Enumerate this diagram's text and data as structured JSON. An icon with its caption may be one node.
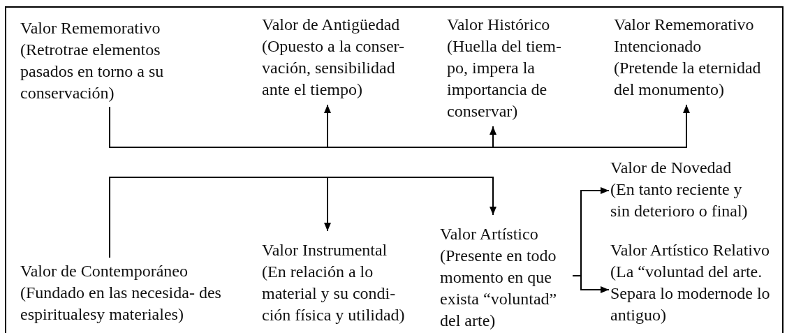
{
  "diagram": {
    "nodes": [
      {
        "text": [
          "Valor Rememorativo",
          "(Retrotrae elementos pasados en torno a su conservación)"
        ]
      },
      {
        "text": [
          "Valor de Antigüedad",
          "(Opuesto a la conser- vación, sensibilidad ante el tiempo)"
        ]
      },
      {
        "text": [
          "Valor Histórico",
          "(Huella del tiem- po, impera la importancia de conservar)"
        ]
      },
      {
        "text": [
          "Valor Rememorativo Intencionado",
          "(Pretende la eternidad del monumento)"
        ]
      },
      {
        "text": [
          "Valor de Novedad",
          "(En tanto reciente y sin deterioro o final)"
        ]
      },
      {
        "text": [
          "Valor Artístico",
          "(Presente en todo momento en que exista “voluntad” del arte)"
        ]
      },
      {
        "text": [
          "Valor Instrumental",
          "(En relación a lo material y su condi- ción física y utilidad)"
        ]
      },
      {
        "text": [
          "Valor Artístico Relativo",
          "(La “voluntad del arte. Separa lo modernode lo antiguo)"
        ]
      },
      {
        "text": [
          "Valor de Contemporáneo",
          "(Fundado en las necesida- des espiritualesy materiales)"
        ]
      }
    ],
    "edges": [
      {
        "from": 0,
        "to": 1,
        "arrow": "to"
      },
      {
        "from": 0,
        "to": 2,
        "arrow": "to"
      },
      {
        "from": 0,
        "to": 3,
        "arrow": "to"
      },
      {
        "from": 8,
        "to": 6,
        "arrow": "to"
      },
      {
        "from": 8,
        "to": 5,
        "arrow": "to"
      },
      {
        "from": 5,
        "to": 4,
        "arrow": "to"
      },
      {
        "from": 5,
        "to": 7,
        "arrow": "to"
      }
    ]
  }
}
